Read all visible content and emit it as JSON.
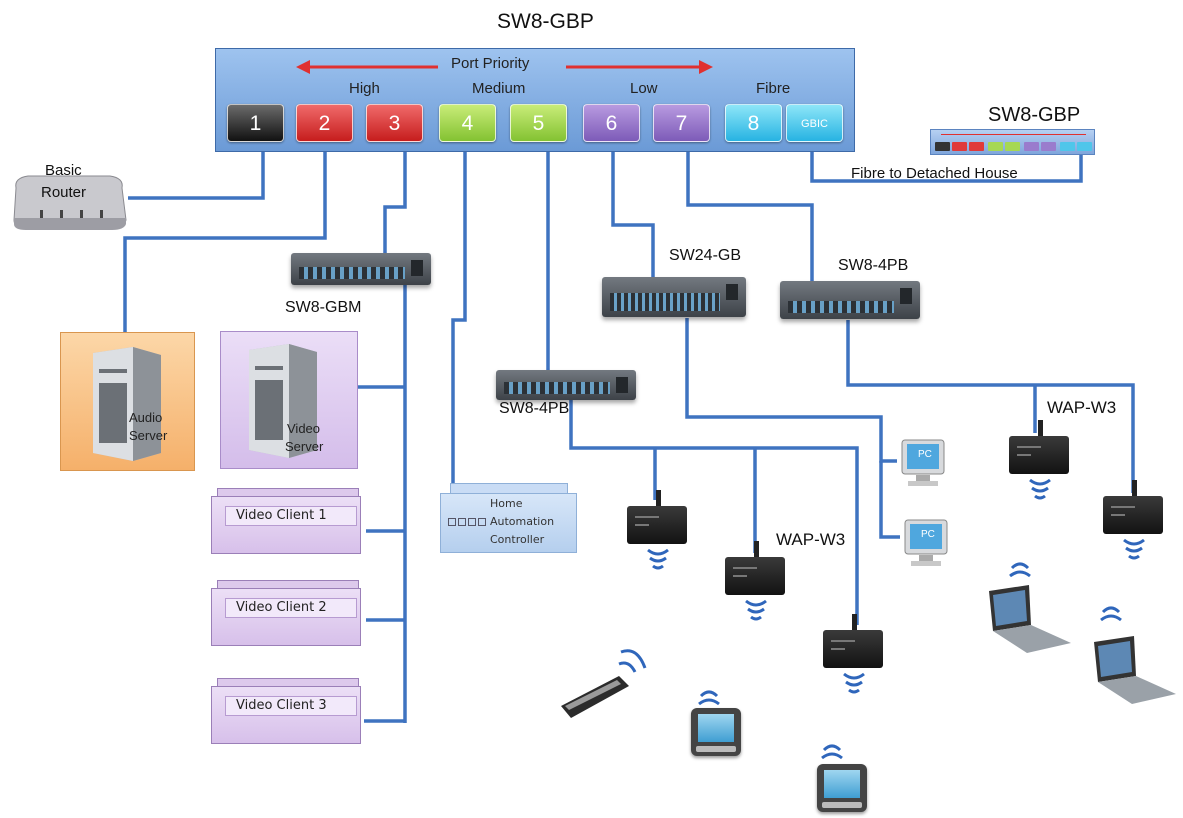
{
  "title": "SW8-GBP",
  "main_switch": {
    "port_priority_label": "Port Priority",
    "categories": {
      "high": "High",
      "medium": "Medium",
      "low": "Low",
      "fibre": "Fibre"
    },
    "ports": [
      {
        "label": "1",
        "color": "#1a1a1a"
      },
      {
        "label": "2",
        "color": "#e03a3a"
      },
      {
        "label": "3",
        "color": "#e03a3a"
      },
      {
        "label": "4",
        "color": "#a6d854"
      },
      {
        "label": "5",
        "color": "#a6d854"
      },
      {
        "label": "6",
        "color": "#9a7ccd"
      },
      {
        "label": "7",
        "color": "#9a7ccd"
      },
      {
        "label": "8",
        "color": "#4fc6ea"
      },
      {
        "label": "GBIC",
        "color": "#4fc6ea"
      }
    ],
    "arrow_color": "#e03030"
  },
  "mini_switch": {
    "title": "SW8-GBP",
    "link_label": "Fibre to Detached House"
  },
  "router": {
    "label_line1": "Basic",
    "label_line2": "Router"
  },
  "switches": {
    "gbm": "SW8-GBM",
    "sw24": "SW24-GB",
    "sw8_4pb_right": "SW8-4PB",
    "sw8_4pb_center": "SW8-4PB"
  },
  "servers": {
    "audio": {
      "line1": "Audio",
      "line2": "Server"
    },
    "video": {
      "line1": "Video",
      "line2": "Server"
    }
  },
  "video_clients": [
    "Video Client 1",
    "Video Client 2",
    "Video Client 3"
  ],
  "home_automation": {
    "line1": "Home",
    "line2": "Automation",
    "line3": "Controller"
  },
  "wap_labels": {
    "center": "WAP-W3",
    "right": "WAP-W3"
  },
  "monitor_screen_text": "PC",
  "colors": {
    "wire": "#3f73c0",
    "audio_bg": "#f9c48a",
    "video_bg": "#dcc7ef"
  }
}
